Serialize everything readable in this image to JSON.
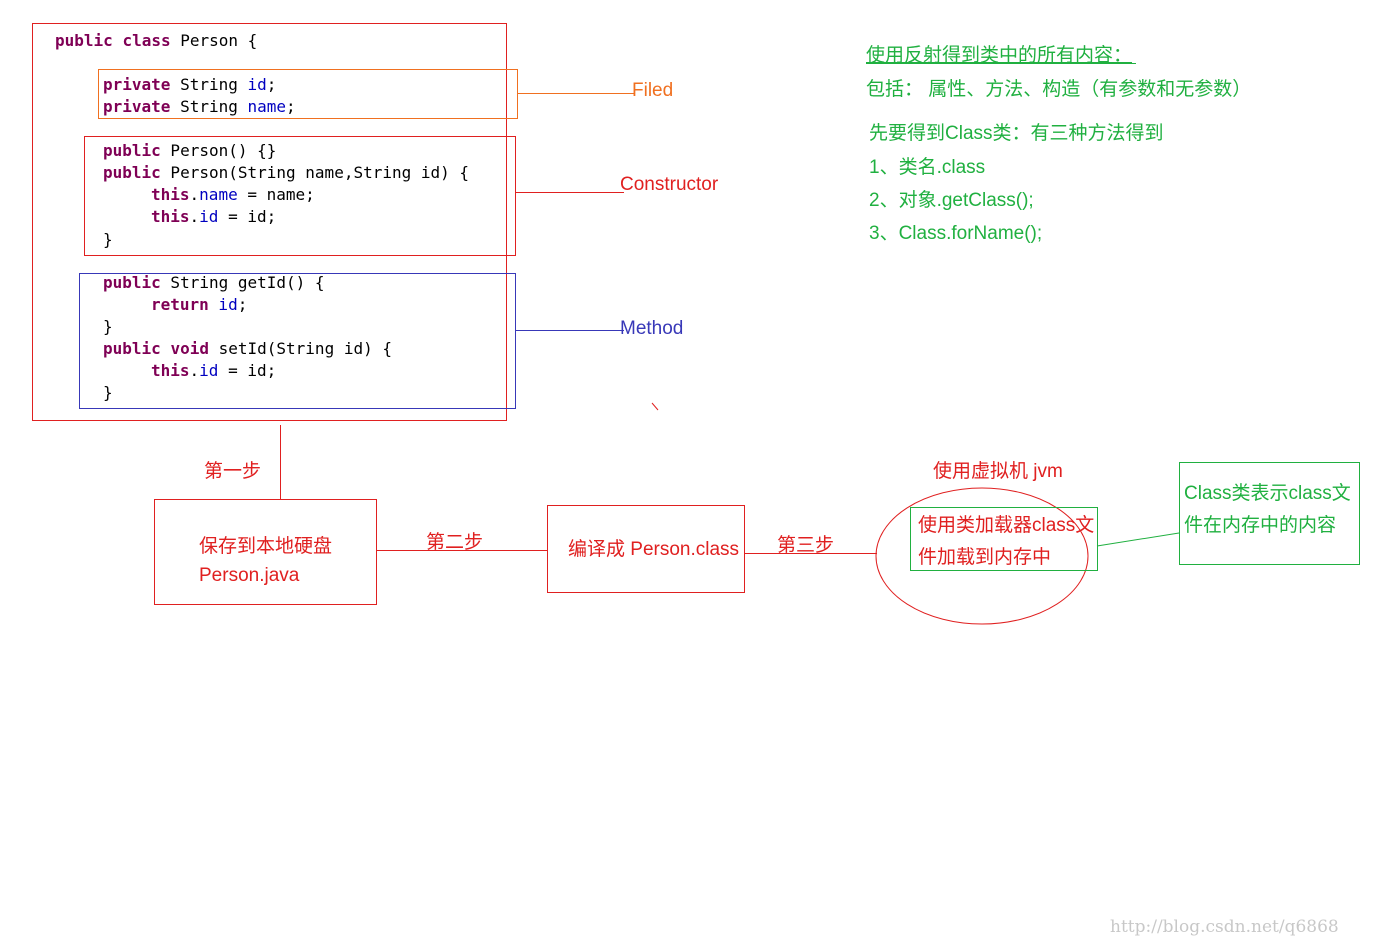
{
  "code": {
    "class_decl": [
      "public",
      "class",
      "Person {"
    ],
    "field_lines": [
      {
        "kw": "private",
        "type": " String ",
        "name": "id",
        "end": ";"
      },
      {
        "kw": "private",
        "type": " String ",
        "name": "name",
        "end": ";"
      }
    ],
    "ctor": {
      "l1_kw": "public",
      "l1_rest": " Person() {}",
      "l2_kw": "public",
      "l2_rest": " Person(String name,String id) {",
      "l3_kw": "this",
      "l3_dot": ".",
      "l3_field": "name",
      "l3_rest": " = name;",
      "l4_kw": "this",
      "l4_dot": ".",
      "l4_field": "id",
      "l4_rest": " = id;",
      "l5": "}"
    },
    "methods": {
      "l1_kw": "public",
      "l1_rest": " String getId() {",
      "l2_kw": "return",
      "l2_field": " id",
      "l2_rest": ";",
      "l3": "}",
      "l4_kw1": "public",
      "l4_sp": " ",
      "l4_kw2": "void",
      "l4_rest": " setId(String id) {",
      "l5_kw": "this",
      "l5_dot": ".",
      "l5_field": "id",
      "l5_rest": " = id;",
      "l6": "}"
    }
  },
  "labels": {
    "filed": "Filed",
    "constructor": "Constructor",
    "method": "Method"
  },
  "notes": {
    "line1": "使用反射得到类中的所有内容：",
    "line2": "包括： 属性、方法、构造（有参数和无参数）",
    "line3": "先要得到Class类：有三种方法得到",
    "line4": "1、类名.class",
    "line5": "2、对象.getClass();",
    "line6": "3、Class.forName();"
  },
  "flow": {
    "step1": "第一步",
    "save_box_l1": "保存到本地硬盘",
    "save_box_l2": "Person.java",
    "step2": "第二步",
    "compile_box": "编译成 Person.class",
    "step3": "第三步",
    "jvm_label": "使用虚拟机 jvm",
    "loader_l1": "使用类加载器class文",
    "loader_l2": "件加载到内存中",
    "class_box_l1": "Class类表示class文",
    "class_box_l2": "件在内存中的内容"
  },
  "watermark": "http://blog.csdn.net/q6868",
  "colors": {
    "red": "#e02020",
    "orange": "#f07020",
    "blue": "#3838b8",
    "green": "#20b040"
  }
}
